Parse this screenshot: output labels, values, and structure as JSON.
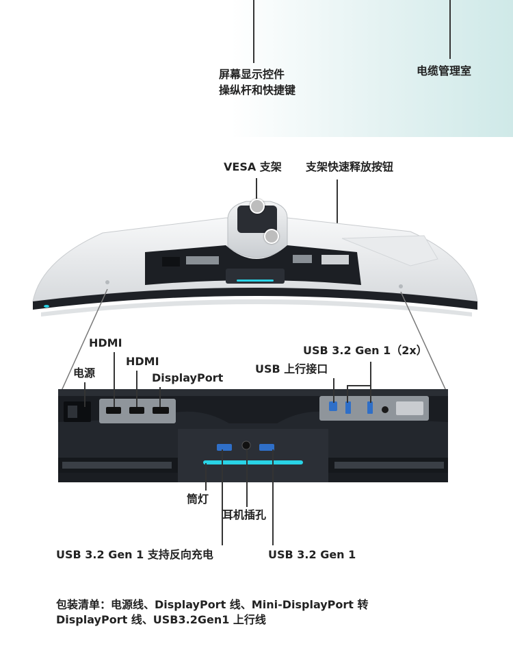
{
  "top_labels": {
    "osd_controls_line1": "屏幕显示控件",
    "osd_controls_line2": "操纵杆和快捷键",
    "cable_room": "电缆管理室"
  },
  "mount_labels": {
    "vesa_mount": "VESA 支架",
    "stand_release": "支架快速释放按钮"
  },
  "port_labels": {
    "hdmi_1": "HDMI",
    "hdmi_2": "HDMI",
    "displayport": "DisplayPort",
    "power": "电源",
    "usb_gen1_2x": "USB 3.2  Gen 1（2x）",
    "usb_upstream": "USB 上行接口",
    "tube_light": "筒灯",
    "headphone_jack": "耳机插孔",
    "usb_charging": "USB 3.2  Gen 1 支持反向充电",
    "usb_gen1": "USB 3.2  Gen 1"
  },
  "package": {
    "line1": "包装清单：电源线、DisplayPort 线、Mini-DisplayPort 转",
    "line2": "DisplayPort 线、USB3.2Gen1 上行线"
  },
  "colors": {
    "accent_cyan": "#29d3e6",
    "monitor_white": "#eef0f2",
    "panel_dark": "#1c1f24"
  }
}
